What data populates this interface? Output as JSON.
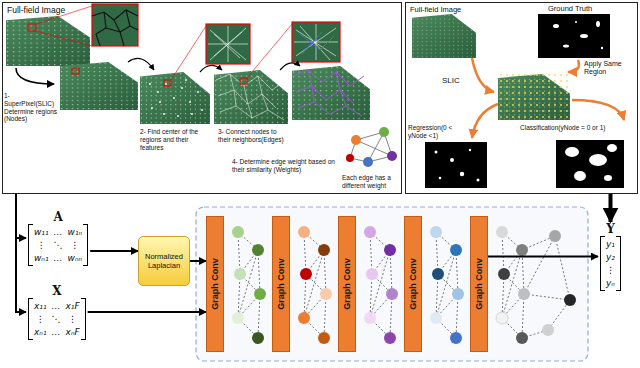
{
  "diagram": {
    "nodes": [
      {
        "text": [
          "Full-field Image"
        ]
      },
      {
        "text": [
          "Full-field Image"
        ]
      },
      {
        "text": [
          "A",
          "w₁₁",
          "…",
          "w₁ₙ",
          "⋮",
          "⋱",
          "⋮",
          "wₙ₁",
          "…",
          "wₙₙ"
        ]
      },
      {
        "text": [
          "X",
          "x₁₁",
          "…",
          "x₁F",
          "⋮",
          "⋱",
          "⋮",
          "xₙ₁",
          "…",
          "xₙF"
        ]
      },
      {
        "text": [
          "Normalized Laplacian"
        ]
      },
      {
        "text": [
          "Graph Conv"
        ]
      },
      {
        "text": [
          "Graph Conv"
        ]
      },
      {
        "text": [
          "Graph Conv"
        ]
      },
      {
        "text": [
          "Graph Conv"
        ]
      },
      {
        "text": [
          "Graph Conv"
        ]
      },
      {
        "text": [
          "Y",
          "y₁",
          "y₂",
          "⋮",
          "yₙ"
        ]
      }
    ],
    "edges": [
      {
        "from": 0,
        "to": 2,
        "arrow": "to"
      },
      {
        "from": 0,
        "to": 3,
        "arrow": "to"
      },
      {
        "from": 1,
        "to": 10,
        "arrow": "to"
      },
      {
        "from": 2,
        "to": 4,
        "arrow": "to"
      },
      {
        "from": 4,
        "to": 5,
        "arrow": "to"
      },
      {
        "from": 3,
        "to": 5,
        "arrow": "to"
      },
      {
        "from": 9,
        "to": 10,
        "arrow": "to"
      }
    ],
    "labels": [
      "1- SuperPixel(SLIC) Determine regions (Nodes)",
      "2- Find center of the regions and their features",
      "3- Connect nodes to their neighbors(Edges)",
      "4- Determine edge weight based on their similarity (Weights)",
      "Each edge has a different weight",
      "Ground Truth",
      "SLIC",
      "Apply Same Region",
      "Regression(0 < yNode <1)",
      "Classification(yNode = 0 or 1)"
    ]
  }
}
